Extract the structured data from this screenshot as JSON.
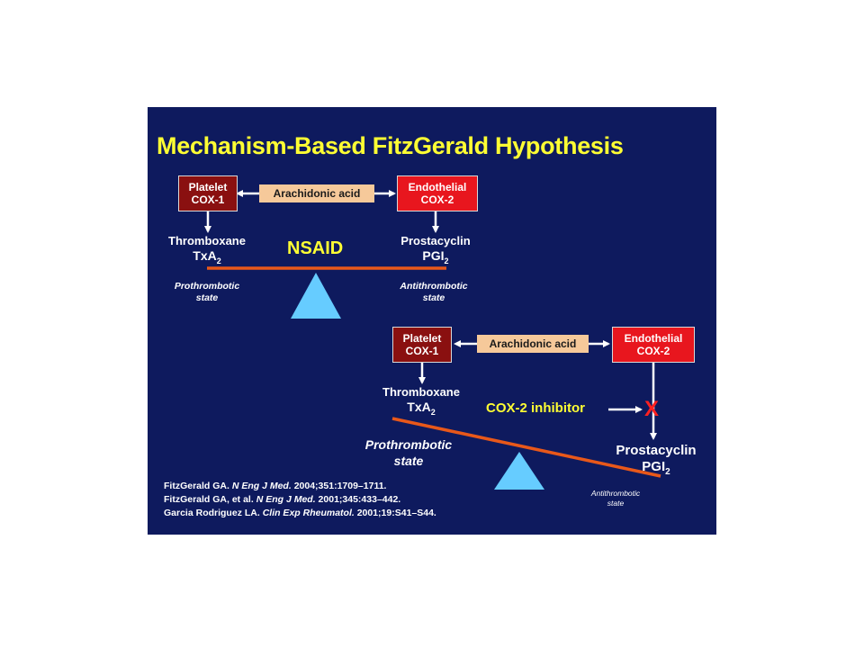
{
  "title": "Mechanism-Based FitzGerald Hypothesis",
  "top": {
    "platelet_line1": "Platelet",
    "platelet_line2": "COX-1",
    "arachidonic": "Arachidonic acid",
    "endothelial_line1": "Endothelial",
    "endothelial_line2": "COX-2",
    "thromboxane": "Thromboxane",
    "txa_base": "TxA",
    "txa_sub": "2",
    "prostacyclin": "Prostacyclin",
    "pgi_base": "PGI",
    "pgi_sub": "2",
    "nsaid": "NSAID",
    "prothrombotic_line1": "Prothrombotic",
    "prothrombotic_line2": "state",
    "antithrombotic_line1": "Antithrombotic",
    "antithrombotic_line2": "state"
  },
  "bottom": {
    "platelet_line1": "Platelet",
    "platelet_line2": "COX-1",
    "arachidonic": "Arachidonic acid",
    "endothelial_line1": "Endothelial",
    "endothelial_line2": "COX-2",
    "thromboxane": "Thromboxane",
    "txa_base": "TxA",
    "txa_sub": "2",
    "cox2_inhibitor": "COX-2 inhibitor",
    "block_mark": "X",
    "prostacyclin": "Prostacyclin",
    "pgi_base": "PGI",
    "pgi_sub": "2",
    "prothrombotic_line1": "Prothrombotic",
    "prothrombotic_line2": "state",
    "antithrombotic_line1": "Antithrombotic",
    "antithrombotic_line2": "state"
  },
  "references": [
    {
      "pre": "FitzGerald GA. ",
      "journal": "N Eng J Med.",
      "post": " 2004;351:1709–1711."
    },
    {
      "pre": "FitzGerald GA, et al. ",
      "journal": "N Eng J Med.",
      "post": " 2001;345:433–442."
    },
    {
      "pre": "Garcia Rodriguez LA. ",
      "journal": "Clin Exp Rheumatol.",
      "post": " 2001;19:S41–S44."
    }
  ],
  "colors": {
    "background": "#0e1a5e",
    "title": "#ffff33",
    "dark_red": "#8a1010",
    "bright_red": "#e8161e",
    "arachidonic_fill": "#f6c99a",
    "balance_beam": "#e8581a",
    "fulcrum": "#66ccff"
  }
}
